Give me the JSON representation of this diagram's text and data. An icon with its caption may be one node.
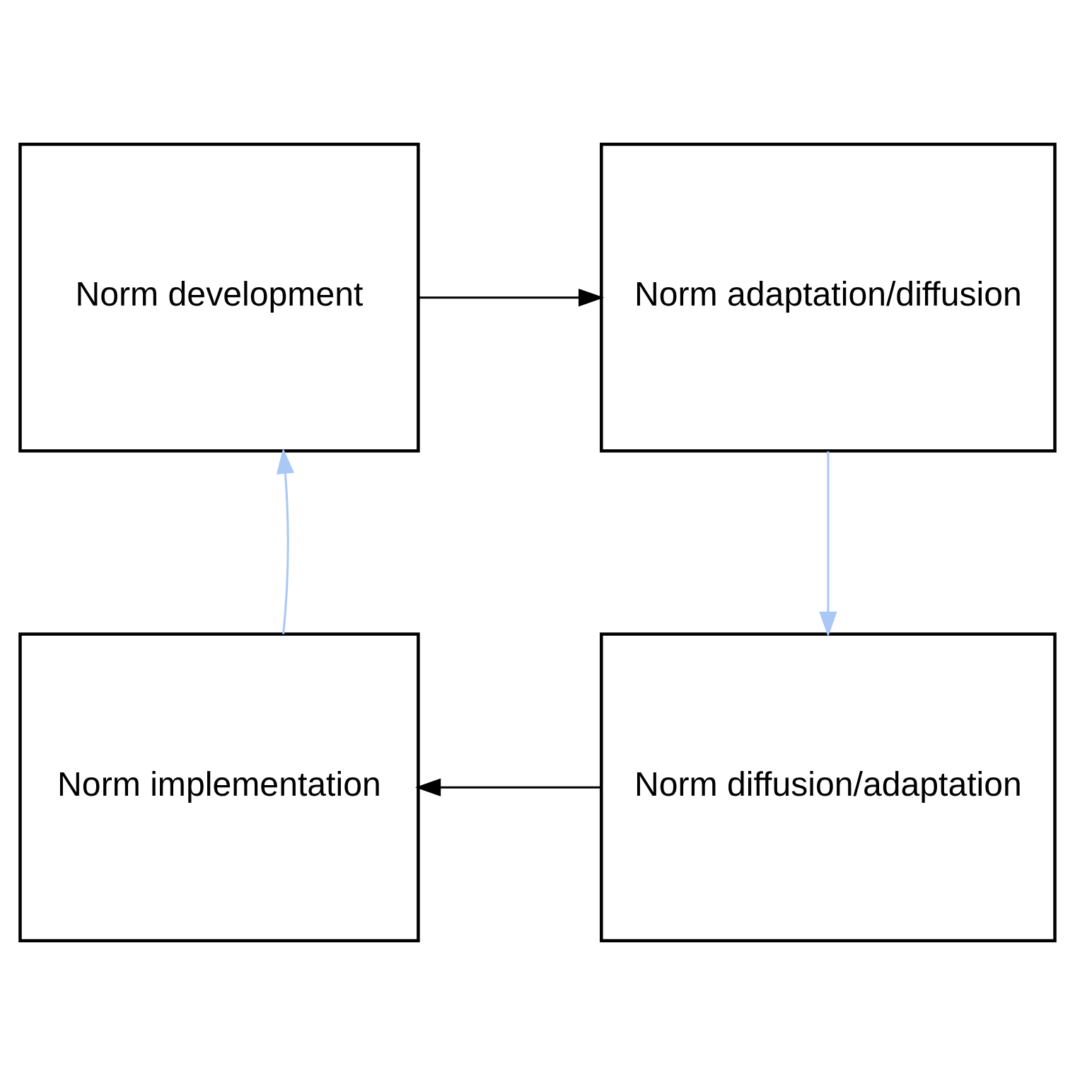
{
  "diagram": {
    "nodes": [
      {
        "text": [
          "Norm development"
        ]
      },
      {
        "text": [
          "Norm adaptation/diffusion"
        ]
      },
      {
        "text": [
          "Norm diffusion/adaptation"
        ]
      },
      {
        "text": [
          "Norm implementation"
        ]
      }
    ],
    "edges": [
      {
        "from": 0,
        "to": 1,
        "arrow": "to",
        "color": "#000000"
      },
      {
        "from": 1,
        "to": 2,
        "arrow": "to",
        "color": "#a9c8f5"
      },
      {
        "from": 2,
        "to": 3,
        "arrow": "to",
        "color": "#000000"
      },
      {
        "from": 3,
        "to": 0,
        "arrow": "to",
        "color": "#a9c8f5"
      }
    ]
  }
}
